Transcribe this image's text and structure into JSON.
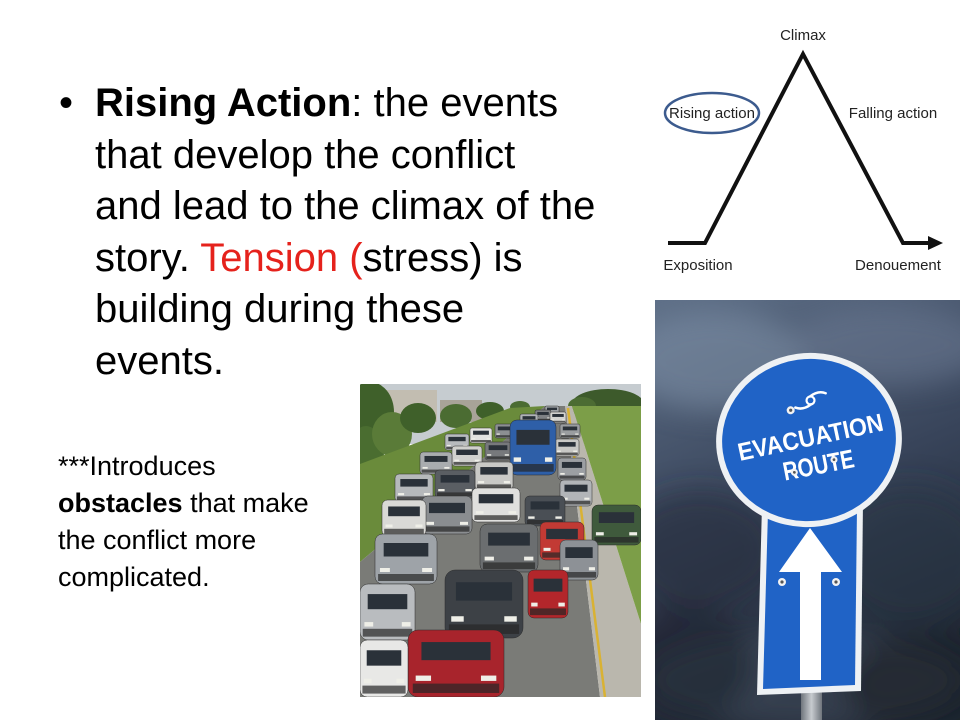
{
  "main_bullet": {
    "line1": {
      "term": "Rising Action",
      "rest": ": the events"
    },
    "line2": "that develop the conflict",
    "line3": "and lead to the climax of the",
    "line4": {
      "before": "story. ",
      "highlight": "Tension (",
      "after": "stress) is"
    },
    "line5": "building during these",
    "line6": "events."
  },
  "note": {
    "line1": "***Introduces",
    "line2": {
      "term": "obstacles",
      "rest": " that make"
    },
    "line3": "the conflict more",
    "line4": "complicated."
  },
  "plot_diagram": {
    "peak_label": "Climax",
    "rising_label": "Rising action",
    "falling_label": "Falling action",
    "start_label": "Exposition",
    "end_label": "Denouement"
  },
  "evacuation_sign": {
    "top_line": "EVACUATION",
    "bottom_line": "ROUTE"
  },
  "icons": {
    "sign_symbol": "hurricane-icon",
    "sign_arrow": "up-arrow-icon"
  },
  "colors": {
    "highlight": "#e5221c",
    "diagram_circle": "#3c5b8e",
    "sign_blue": "#2063c6"
  }
}
